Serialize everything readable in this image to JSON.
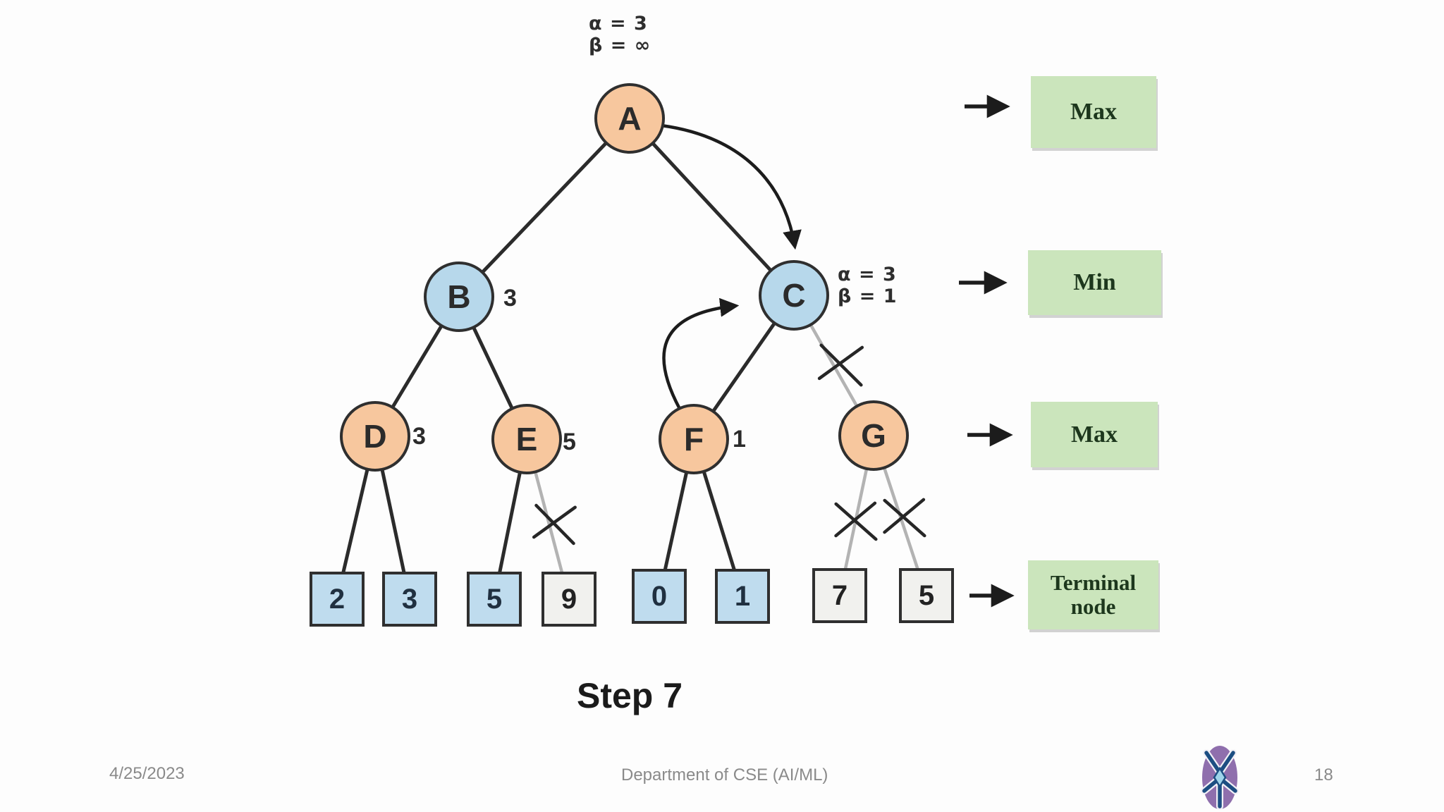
{
  "slide": {
    "caption": "Step 7",
    "background": "#fdfdfd"
  },
  "annotations": {
    "root": {
      "alpha": "α = 3",
      "beta": "β = ∞"
    },
    "node_c": {
      "alpha": "α = 3",
      "beta": "β = 1"
    }
  },
  "tree": {
    "nodes": [
      {
        "id": "A",
        "label": "A",
        "level": "max"
      },
      {
        "id": "B",
        "label": "B",
        "level": "min",
        "value": "3"
      },
      {
        "id": "C",
        "label": "C",
        "level": "min"
      },
      {
        "id": "D",
        "label": "D",
        "level": "max",
        "value": "3"
      },
      {
        "id": "E",
        "label": "E",
        "level": "max",
        "value": "5"
      },
      {
        "id": "F",
        "label": "F",
        "level": "max",
        "value": "1"
      },
      {
        "id": "G",
        "label": "G",
        "level": "max"
      }
    ],
    "terminals": [
      {
        "value": "2",
        "state": "visited"
      },
      {
        "value": "3",
        "state": "visited"
      },
      {
        "value": "5",
        "state": "visited"
      },
      {
        "value": "9",
        "state": "pruned"
      },
      {
        "value": "0",
        "state": "visited"
      },
      {
        "value": "1",
        "state": "visited"
      },
      {
        "value": "7",
        "state": "pruned"
      },
      {
        "value": "5",
        "state": "pruned"
      }
    ],
    "pruned_edges": [
      "E-9",
      "C-G",
      "G-7",
      "G-5"
    ],
    "backtrack_arrows": [
      "A-C",
      "F-C"
    ]
  },
  "legend": {
    "items": [
      {
        "label": "Max"
      },
      {
        "label": "Min"
      },
      {
        "label": "Max"
      },
      {
        "label": "Terminal node"
      }
    ]
  },
  "footer": {
    "date": "4/25/2023",
    "department": "Department of CSE (AI/ML)",
    "page": "18"
  },
  "colors": {
    "max_node_fill": "#f7c79e",
    "min_node_fill": "#b7d8eb",
    "terminal_visited_fill": "#bfdcee",
    "terminal_pruned_fill": "#f1f1ee",
    "legend_box_fill": "#cbe5bc",
    "legend_text": "#1d371d",
    "edge": "#2b2b2b",
    "pruned_edge": "#b3b3b3",
    "footer_text": "#8a8a8a"
  }
}
